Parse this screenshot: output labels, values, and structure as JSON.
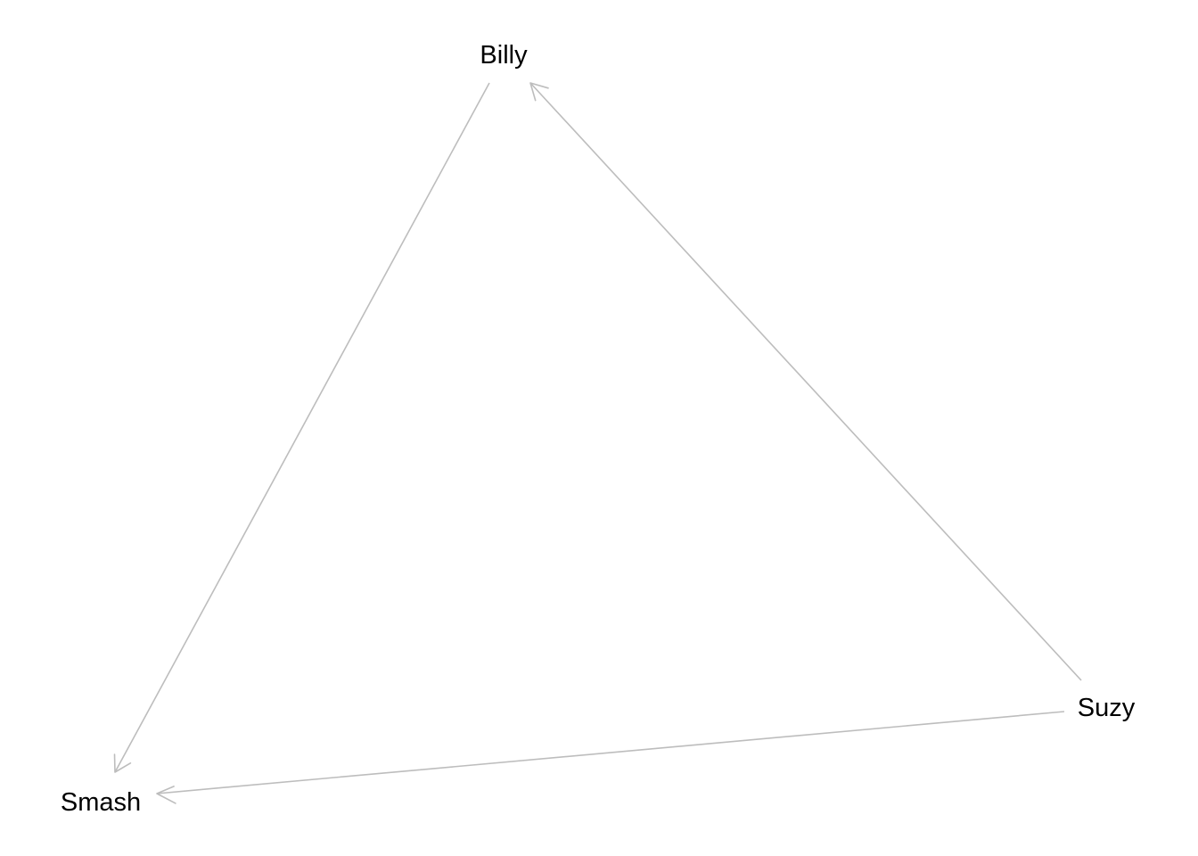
{
  "colors": {
    "edge": "#bdbdbd",
    "label": "#000000",
    "background": "#ffffff"
  },
  "nodes": [
    {
      "id": "billy",
      "label": "Billy"
    },
    {
      "id": "suzy",
      "label": "Suzy"
    },
    {
      "id": "smash",
      "label": "Smash"
    }
  ],
  "edges": [
    {
      "from": "billy",
      "to": "smash"
    },
    {
      "from": "suzy",
      "to": "billy"
    },
    {
      "from": "suzy",
      "to": "smash"
    }
  ]
}
